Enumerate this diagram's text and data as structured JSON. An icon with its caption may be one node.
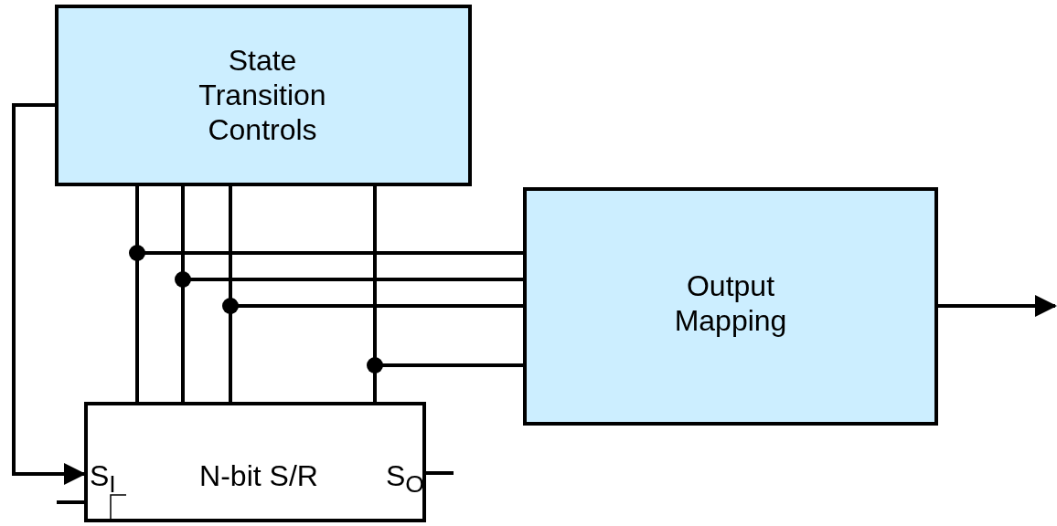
{
  "diagram": {
    "nodes": [
      {
        "text": [
          "State Transition Controls"
        ]
      },
      {
        "text": [
          "Output Mapping"
        ]
      },
      {
        "text": [
          "S$_{I}$",
          "N-bit S/R",
          "S$_{O}$"
        ]
      }
    ],
    "edges": [
      {
        "from": 2,
        "to": 0,
        "arrow": "none"
      },
      {
        "from": 2,
        "to": 0,
        "arrow": "none"
      },
      {
        "from": 2,
        "to": 0,
        "arrow": "none"
      },
      {
        "from": 2,
        "to": 0,
        "arrow": "none"
      },
      {
        "from": 2,
        "to": 1,
        "arrow": "none"
      },
      {
        "from": 2,
        "to": 1,
        "arrow": "none"
      },
      {
        "from": 2,
        "to": 1,
        "arrow": "none"
      },
      {
        "from": 2,
        "to": 1,
        "arrow": "none"
      },
      {
        "from": 0,
        "to": 2,
        "arrow": "to"
      },
      {
        "from": 1,
        "to": null,
        "arrow": "to"
      },
      {
        "from": 2,
        "to": null,
        "arrow": "none"
      },
      {
        "from": null,
        "to": 2,
        "arrow": "none"
      }
    ]
  }
}
